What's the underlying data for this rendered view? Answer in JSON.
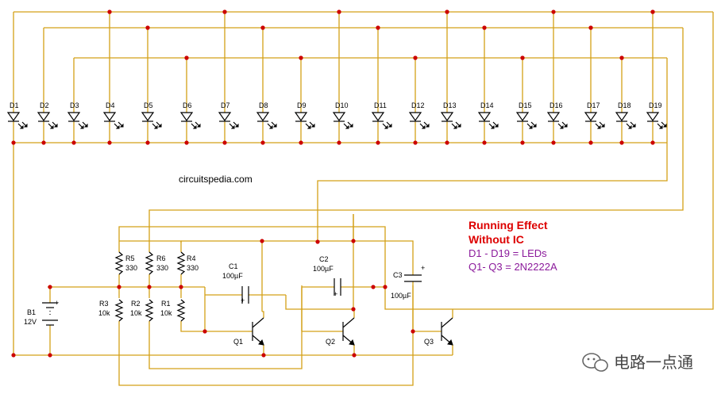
{
  "leds": [
    {
      "label": "D1"
    },
    {
      "label": "D2"
    },
    {
      "label": "D3"
    },
    {
      "label": "D4"
    },
    {
      "label": "D5"
    },
    {
      "label": "D6"
    },
    {
      "label": "D7"
    },
    {
      "label": "D8"
    },
    {
      "label": "D9"
    },
    {
      "label": "D10"
    },
    {
      "label": "D11"
    },
    {
      "label": "D12"
    },
    {
      "label": "D13"
    },
    {
      "label": "D14"
    },
    {
      "label": "D15"
    },
    {
      "label": "D16"
    },
    {
      "label": "D17"
    },
    {
      "label": "D18"
    },
    {
      "label": "D19"
    }
  ],
  "resistors": [
    {
      "ref": "R5",
      "value": "330"
    },
    {
      "ref": "R6",
      "value": "330"
    },
    {
      "ref": "R4",
      "value": "330"
    },
    {
      "ref": "R3",
      "value": "10k"
    },
    {
      "ref": "R2",
      "value": "10k"
    },
    {
      "ref": "R1",
      "value": "10k"
    }
  ],
  "capacitors": [
    {
      "ref": "C1",
      "value": "100µF",
      "polarity": "+"
    },
    {
      "ref": "C2",
      "value": "100µF",
      "polarity": "+"
    },
    {
      "ref": "C3",
      "value": "100µF",
      "polarity": "+"
    }
  ],
  "transistors": [
    {
      "ref": "Q1"
    },
    {
      "ref": "Q2"
    },
    {
      "ref": "Q3"
    }
  ],
  "battery": {
    "ref": "B1",
    "value": "12V",
    "plus": "+"
  },
  "site_label": "circuitspedia.com",
  "title_line1": "Running Effect",
  "title_line2": "Without IC",
  "note_leds": "D1 - D19 = LEDs",
  "note_transistors": "Q1- Q3 = 2N2222A",
  "watermark": "电路一点通",
  "colors": {
    "wire": "#d4a017",
    "node": "#cc0000",
    "title": "#dd0000",
    "note": "#8b1a9b",
    "component": "#000000"
  }
}
